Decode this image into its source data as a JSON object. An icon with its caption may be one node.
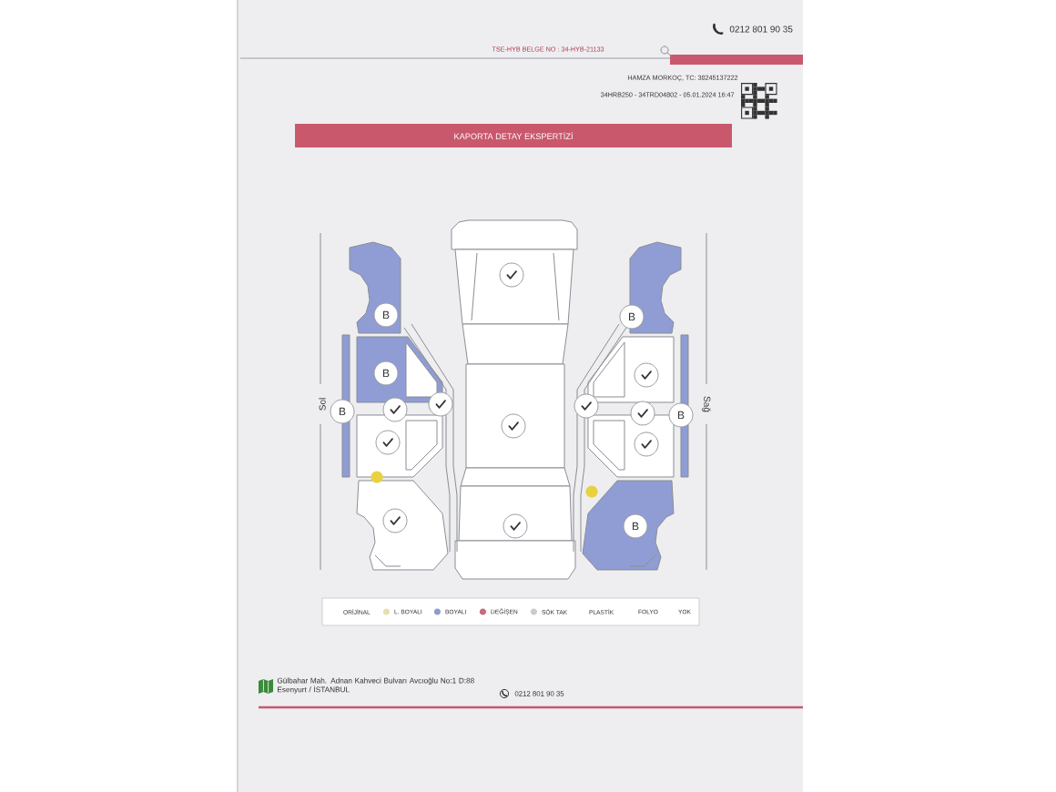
{
  "diagram": {
    "title": "KAPORTA DETAY EKSPERTİZİ",
    "nodes": [
      {
        "text": [],
        "shape": "circle"
      },
      {
        "text": [
          "B"
        ]
      },
      {
        "text": [
          "B"
        ]
      },
      {
        "text": [
          "B"
        ]
      },
      {
        "text": [],
        "shape": "circle"
      },
      {
        "text": [],
        "shape": "circle"
      },
      {
        "text": [],
        "shape": "circle"
      },
      {
        "text": [
          "B"
        ]
      },
      {
        "text": [],
        "shape": "circle"
      },
      {
        "text": [],
        "shape": "circle"
      },
      {
        "text": [],
        "shape": "circle"
      },
      {
        "text": [
          "B"
        ]
      },
      {
        "text": [],
        "shape": "circle"
      },
      {
        "text": [],
        "shape": "circle"
      },
      {
        "text": [],
        "shape": "circle"
      },
      {
        "text": [],
        "shape": "circle"
      },
      {
        "text": [
          "B"
        ]
      }
    ],
    "labels": [
      "0212 801 90 35",
      "TSE-HYB BELGE NO : 34-HYB-21133",
      "HAMZA MORKOÇ, TC: 38245137222",
      "34HRB250 - 34TRD04802 - 05.01.2024 16:47",
      "Sol",
      "Sağ",
      "Gülbahar Mah. Adnan Kahveci Bulvarı Avcıoğlu No:1 D:88 Esenyurt / İSTANBUL",
      "0212 801 90 35"
    ],
    "legend": [
      {
        "text": "ORİJİNAL"
      },
      {
        "text": "L. BOYALI",
        "color": "#e6dfae"
      },
      {
        "text": "BOYALI",
        "color": "#8e9ccc"
      },
      {
        "text": "DEĞİŞEN",
        "color": "#c86a80"
      },
      {
        "text": "SÖK TAK",
        "color": "#c9cbd0"
      },
      {
        "text": "PLASTİK"
      },
      {
        "text": "FOLYO"
      },
      {
        "text": "YOK"
      }
    ]
  }
}
